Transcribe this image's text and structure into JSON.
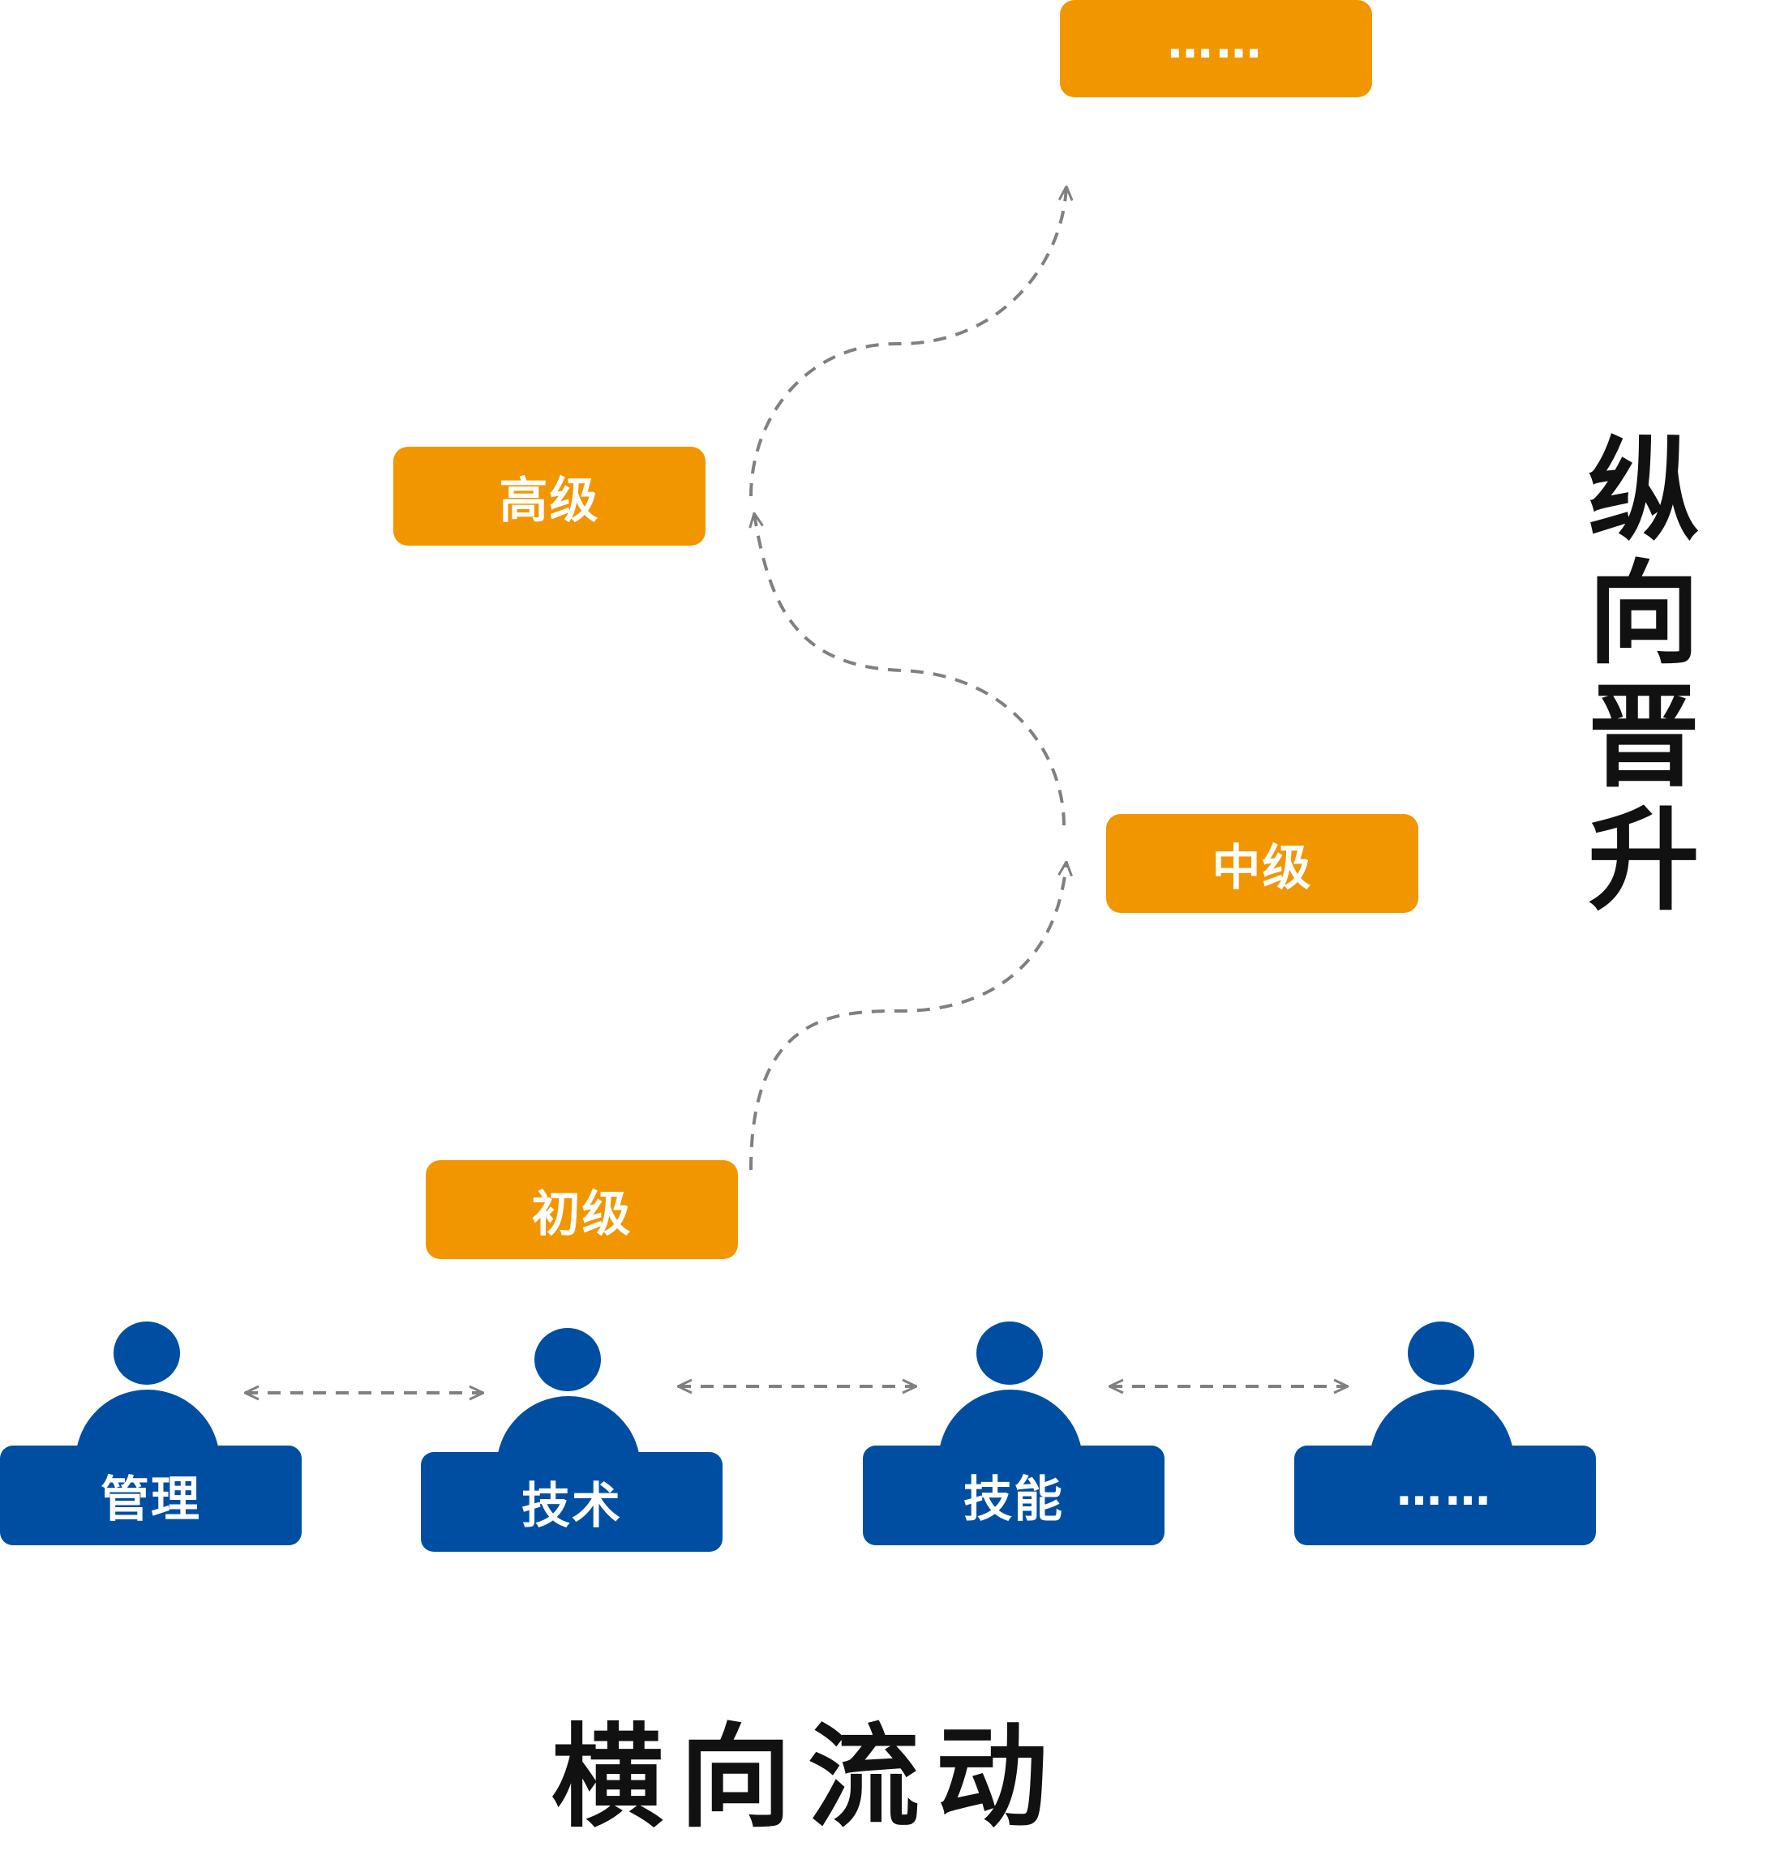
{
  "levels": {
    "top": "……",
    "senior": "高级",
    "middle": "中级",
    "junior": "初级"
  },
  "roles": {
    "management": "管理",
    "technical": "技术",
    "skill": "技能",
    "more": "……"
  },
  "titles": {
    "vertical": "纵向晋升",
    "horizontal": "横向流动"
  },
  "colors": {
    "level_box": "#F29600",
    "role_figure": "#004EA2",
    "arrow": "#808080"
  }
}
